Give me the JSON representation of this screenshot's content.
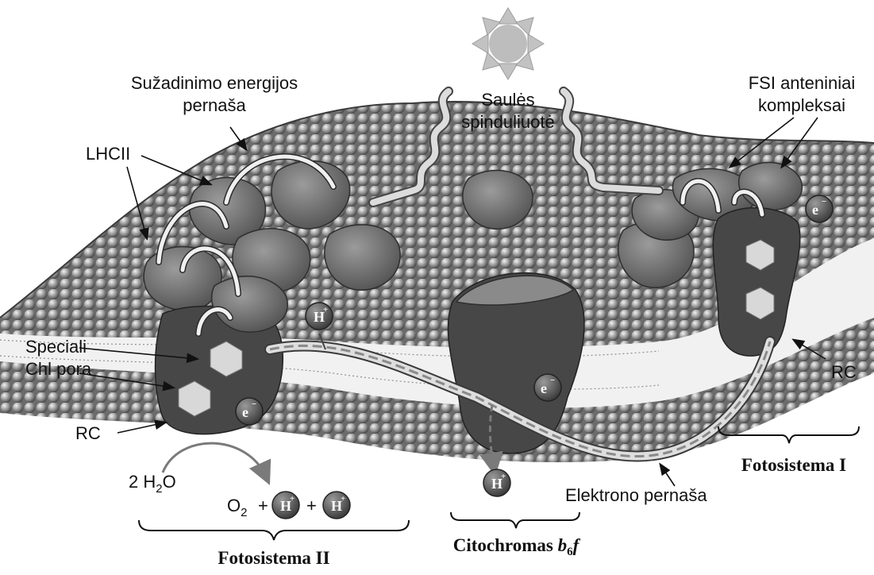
{
  "labels": {
    "suzadinimo_line1": "Sužadinimo energijos",
    "suzadinimo_line2": "pernaša",
    "sun_line1": "Saulės",
    "sun_line2": "spinduliuotė",
    "fsi_line1": "FSI anteniniai",
    "fsi_line2": "kompleksai",
    "lhcii": "LHCII",
    "speciali_line1": "Speciali",
    "speciali_line2": "Chl pora",
    "rc_left": "RC",
    "rc_right": "RC",
    "water_prefix": "2 H",
    "water_sub": "2",
    "water_suffix": "O",
    "oxygen": "O",
    "oxygen_sub": "2",
    "plus": "+",
    "elektrono_pernasa": "Elektrono pernaša",
    "fotosistema_ii": "Fotosistema II",
    "fotosistema_i": "Fotosistema I",
    "citochromas_prefix": "Citochromas ",
    "citochromas_b": "b",
    "citochromas_sub": "6",
    "citochromas_f": "f"
  },
  "ions": {
    "proton": "H",
    "proton_charge": "+",
    "electron": "e",
    "electron_charge": "−"
  },
  "colors": {
    "membrane": "#a9a9a9",
    "membrane_dark": "#5a5a5a",
    "protein": "#6e6e6e",
    "complex": "#3f3f3f",
    "sun": "#bdbdbd",
    "arrow": "#e6e6e6",
    "ion": "#5c5c5c",
    "text": "#111111"
  }
}
